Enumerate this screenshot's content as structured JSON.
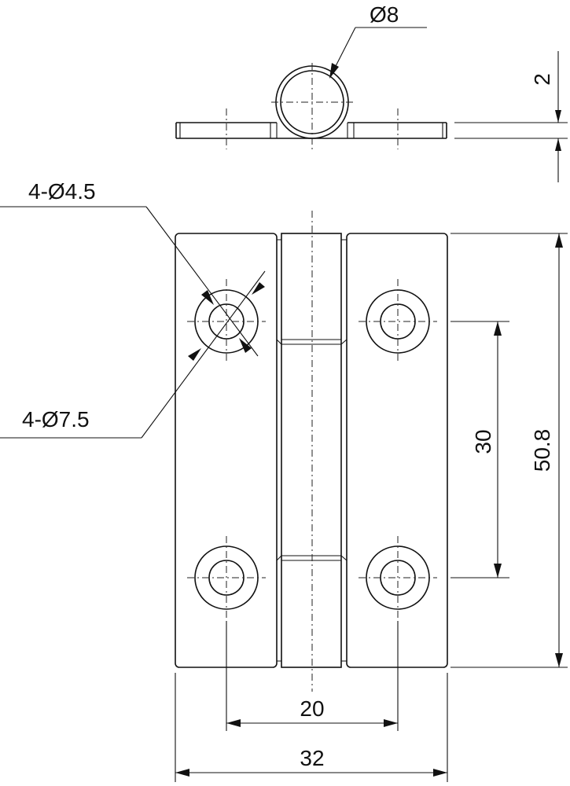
{
  "labels": {
    "pin_diameter": "Ø8",
    "thickness": "2",
    "small_hole": "4-Ø4.5",
    "large_hole": "4-Ø7.5",
    "hole_spacing_vertical": "30",
    "total_height": "50.8",
    "hole_spacing_horizontal": "20",
    "total_width": "32"
  },
  "colors": {
    "line": "#111111",
    "background": "#ffffff"
  }
}
